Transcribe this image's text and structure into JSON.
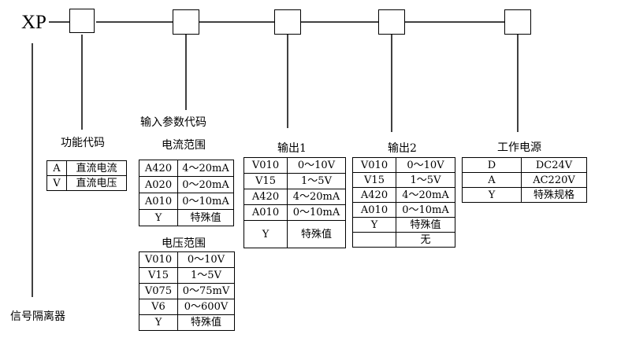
{
  "prefix": "XP",
  "labels": {
    "function_code": "功能代码",
    "input_code": "输入参数代码",
    "current_range": "电流范围",
    "voltage_range": "电压范围",
    "output1": "输出1",
    "output2": "输出2",
    "power": "工作电源",
    "isolator": "信号隔离器"
  },
  "function_table": [
    [
      "A",
      "直流电流"
    ],
    [
      "V",
      "直流电压"
    ]
  ],
  "current_table": [
    [
      "A420",
      "4～20mA"
    ],
    [
      "A020",
      "0～20mA"
    ],
    [
      "A010",
      "0～10mA"
    ],
    [
      "Y",
      "特殊值"
    ]
  ],
  "voltage_table": [
    [
      "V010",
      "0～10V"
    ],
    [
      "V15",
      "1～5V"
    ],
    [
      "V075",
      "0～75mV"
    ],
    [
      "V6",
      "0～600V"
    ],
    [
      "Y",
      "特殊值"
    ]
  ],
  "output1_table": [
    [
      "V010",
      "0～10V"
    ],
    [
      "V15",
      "1～5V"
    ],
    [
      "A420",
      "4～20mA"
    ],
    [
      "A010",
      "0～10mA"
    ],
    [
      "Y",
      "特殊值"
    ]
  ],
  "output2_table": [
    [
      "V010",
      "0～10V"
    ],
    [
      "V15",
      "1～5V"
    ],
    [
      "A420",
      "4～20mA"
    ],
    [
      "A010",
      "0～10mA"
    ],
    [
      "Y",
      "特殊值"
    ],
    [
      "",
      "无"
    ]
  ],
  "power_table": [
    [
      "D",
      "DC24V"
    ],
    [
      "A",
      "AC220V"
    ],
    [
      "Y",
      "特殊规格"
    ]
  ]
}
